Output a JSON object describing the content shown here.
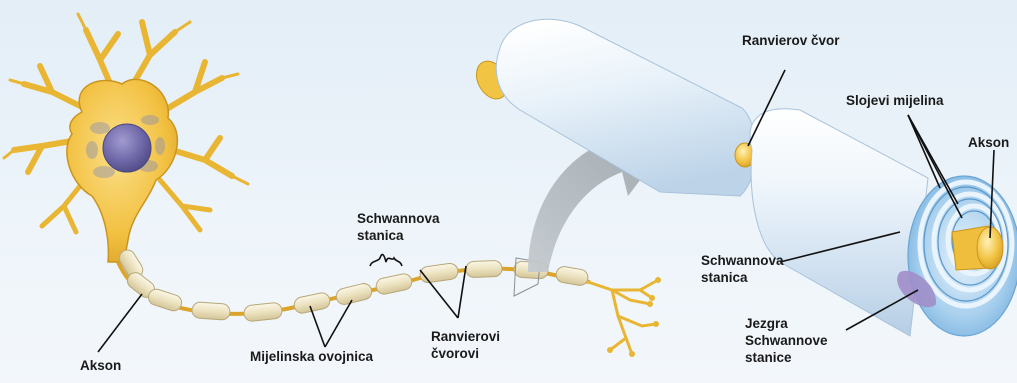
{
  "labels": {
    "ranvierov_cvor": "Ranvierov čvor",
    "slojevi_mijelina": "Slojevi mijelina",
    "akson_right": "Akson",
    "schwannova_stanica_top": [
      "Schwannova",
      "stanica"
    ],
    "schwannova_stanica_right": [
      "Schwannova",
      "stanica"
    ],
    "jezgra": [
      "Jezgra",
      "Schwannove",
      "stanice"
    ],
    "ranvierovi_cvorovi": [
      "Ranvierovi",
      "čvorovi"
    ],
    "mijelinska_ovojnica": "Mijelinska ovojnica",
    "akson_left": "Akson"
  },
  "colors": {
    "background": "#e6f0f8",
    "neuron_body": "#f3c34a",
    "neuron_outline": "#c9951f",
    "nucleus": "#6f6aa6",
    "myelin_segment": "#efe7c8",
    "myelin_sheath_3d": "#dce9f5",
    "schwann_nucleus": "#9b88c6",
    "arrow": "#a9b1b8"
  }
}
